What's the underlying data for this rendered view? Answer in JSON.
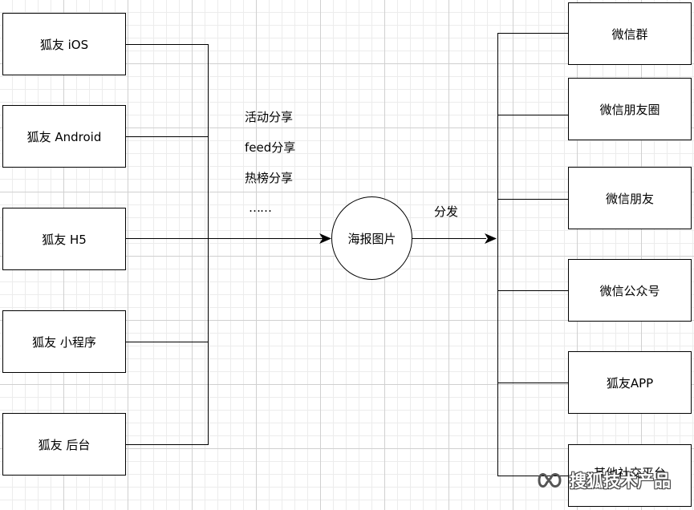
{
  "sources": [
    {
      "label": "狐友 iOS"
    },
    {
      "label": "狐友 Android"
    },
    {
      "label": "狐友 H5"
    },
    {
      "label": "狐友 小程序"
    },
    {
      "label": "狐友 后台"
    }
  ],
  "share_types": [
    "活动分享",
    "feed分享",
    "热榜分享",
    "……"
  ],
  "center": {
    "label": "海报图片"
  },
  "distribute_label": "分发",
  "targets": [
    {
      "label": "微信群"
    },
    {
      "label": "微信朋友圈"
    },
    {
      "label": "微信朋友"
    },
    {
      "label": "微信公众号"
    },
    {
      "label": "狐友APP"
    },
    {
      "label": "其他社交平台"
    }
  ],
  "watermark": {
    "text": "搜狐技术产品",
    "icon": "wechat-channel-icon"
  }
}
